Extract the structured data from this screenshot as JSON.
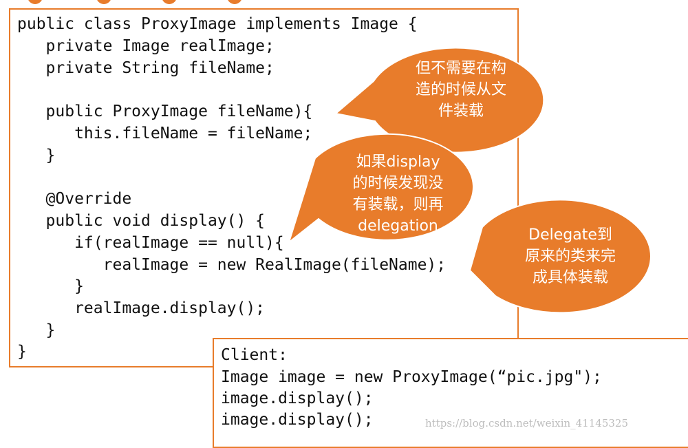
{
  "code": {
    "lines": [
      "public class ProxyImage implements Image {",
      "   private Image realImage;",
      "   private String fileName;",
      "",
      "   public ProxyImage fileName){",
      "      this.fileName = fileName;",
      "   }",
      "",
      "   @Override",
      "   public void display() {",
      "      if(realImage == null){",
      "         realImage = new RealImage(fileName);",
      "      }",
      "      realImage.display();",
      "   }",
      "}"
    ]
  },
  "client": {
    "lines": [
      "Client:",
      "Image image = new ProxyImage(“pic.jpg\");",
      "image.display();",
      "image.display();"
    ]
  },
  "callouts": [
    {
      "lines": [
        "但不需要在构",
        "造的时候从文",
        "件装载"
      ]
    },
    {
      "lines": [
        "如果display",
        "的时候发现没",
        "有装载，则再",
        "delegation"
      ]
    },
    {
      "lines": [
        "Delegate到",
        "原来的类来完",
        "成具体装载"
      ]
    }
  ],
  "watermark": "https://blog.csdn.net/weixin_41145325",
  "colors": {
    "accent": "#E87C2B",
    "text": "#111111",
    "callout_text": "#FFFFFF"
  }
}
